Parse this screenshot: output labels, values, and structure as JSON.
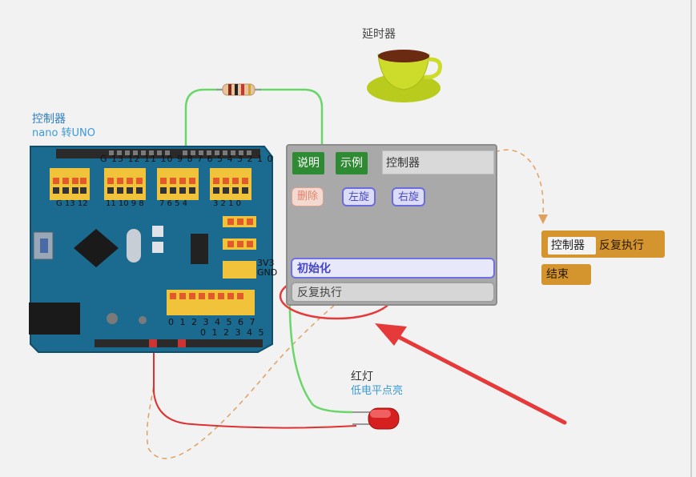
{
  "board": {
    "name": "控制器",
    "subtitle": "nano 转UNO"
  },
  "delay": {
    "label": "延时器"
  },
  "led": {
    "name": "红灯",
    "subtitle": "低电平点亮"
  },
  "panel": {
    "buttons": {
      "info": "说明",
      "example": "示例"
    },
    "field_value": "控制器",
    "pills": {
      "delete": "删除",
      "rotate_left": "左旋",
      "rotate_right": "右旋"
    },
    "init_label": "初始化",
    "loop_label": "反复执行"
  },
  "code_blocks": {
    "controller": "控制器",
    "loop": "反复执行",
    "end": "结束"
  },
  "pin_rows": {
    "top": "G 13 12 11 10 9 8   7 6 5 4 3 2 1 0",
    "top_inner_left": "G 13 12",
    "top_inner_mid": "11 10 9 8",
    "top_inner_right1": "7 6 5 4",
    "top_inner_right2": "3 2 1 0",
    "analog_a": "0 1 2 3 4 5 6 7",
    "analog_b": "0 1 2 3 4 5",
    "power_a": "3V3",
    "power_b": "GND"
  },
  "colors": {
    "board": "#1b6a8f",
    "panel": "#a9a9a9",
    "green_button": "#2f8a34",
    "orange_block": "#d4952f",
    "red_arrow": "#e63a3a",
    "wire_green": "#5ad25a",
    "wire_red": "#e03030"
  }
}
